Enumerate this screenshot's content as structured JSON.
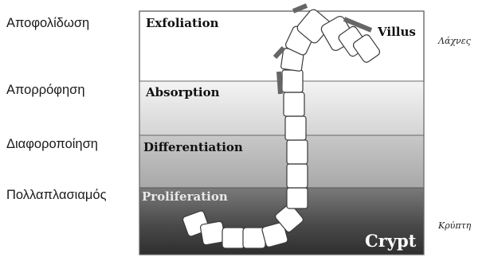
{
  "left_labels": {
    "exfoliation": "Αποφολίδωση",
    "absorption": "Απορρόφηση",
    "differentiation": "Διαφοροποίηση",
    "proliferation": "Πολλαπλασιαμός"
  },
  "zones": {
    "exfoliation": "Exfoliation",
    "villus": "Villus",
    "absorption": "Absorption",
    "differentiation": "Differentiation",
    "proliferation": "Proliferation",
    "crypt": "Crypt"
  },
  "right_labels": {
    "villus": "Λάχνες",
    "crypt": "Κρύπτη"
  },
  "colors": {
    "zone_top": "#ffffff",
    "zone_absorption": "#e6e6e6",
    "zone_differentiation": "#b9b9b9",
    "zone_proliferation": "#6f6f6f",
    "zone_crypt": "#3a3a3a",
    "cell_fill": "#ffffff",
    "cell_stroke": "#3a3a3a",
    "exfoliation_marker": "#666666"
  }
}
